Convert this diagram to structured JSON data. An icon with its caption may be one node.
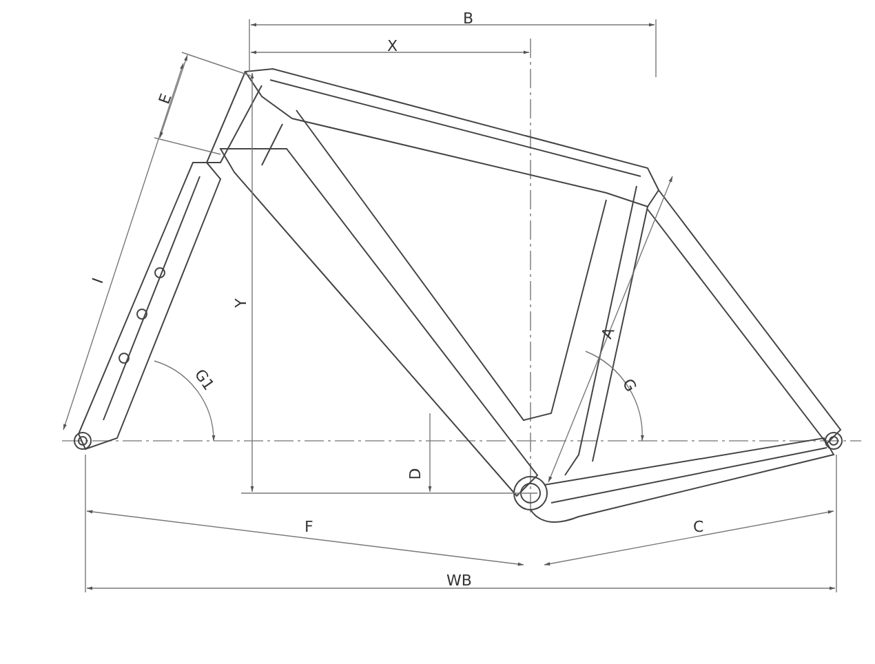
{
  "diagram": {
    "labels": [
      "B",
      "X",
      "E",
      "Y",
      "A",
      "I",
      "G1",
      "G",
      "D",
      "C",
      "F",
      "WB"
    ]
  }
}
